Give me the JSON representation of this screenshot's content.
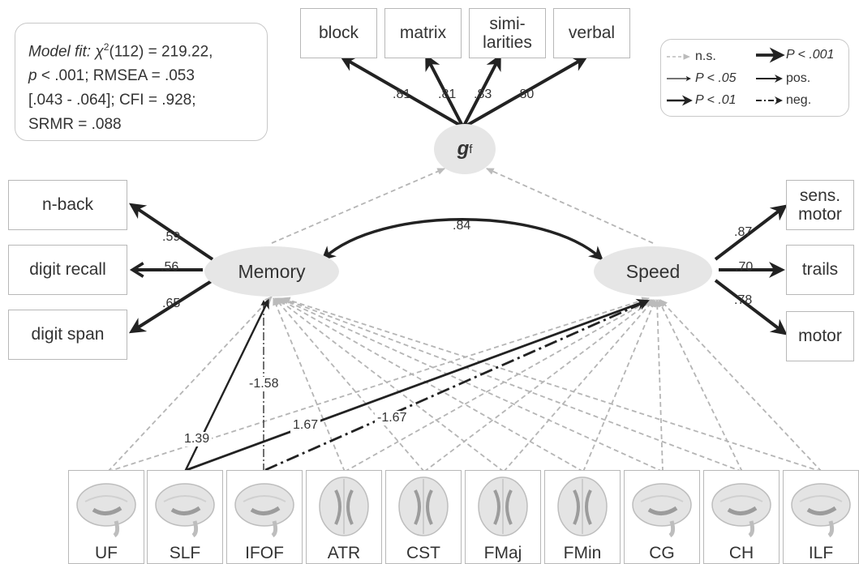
{
  "model_fit": {
    "line1_italic": "Model fit: ",
    "line1_chi": "χ",
    "line1_sup": "2",
    "line1_rest": "(112) =  219.22,",
    "line2_p": "p",
    "line2_rest": " < .001; RMSEA = .053",
    "line3": "[.043 - .064]; CFI = .928;",
    "line4": "SRMR = .088"
  },
  "legend": {
    "ns": "n.s.",
    "p05": "P < .05",
    "p01": "P < .01",
    "p001": "P < .001",
    "pos": "pos.",
    "neg": "neg."
  },
  "latents": {
    "gf_main": "g",
    "gf_sub": "f",
    "memory": "Memory",
    "speed": "Speed"
  },
  "gf_indicators": {
    "block": "block",
    "matrix": "matrix",
    "similarities_1": "simi-",
    "similarities_2": "larities",
    "verbal": "verbal"
  },
  "memory_indicators": {
    "nback": "n-back",
    "digit_recall": "digit recall",
    "digit_span": "digit span"
  },
  "speed_indicators": {
    "sens_motor_1": "sens.",
    "sens_motor_2": "motor",
    "trails": "trails",
    "motor": "motor"
  },
  "loadings": {
    "block": ".81",
    "matrix": ".81",
    "similarities": ".83",
    "verbal": ".80",
    "nback": ".59",
    "digit_recall": ".56",
    "digit_span": ".65",
    "sens_motor": ".87",
    "trails": ".70",
    "motor": ".78",
    "memory_speed": ".84"
  },
  "paths": {
    "slf_memory": "1.39",
    "ifof_memory": "-1.58",
    "slf_speed": "1.67",
    "ifof_speed": "-1.67"
  },
  "tracts": [
    "UF",
    "SLF",
    "IFOF",
    "ATR",
    "CST",
    "FMaj",
    "FMin",
    "CG",
    "CH",
    "ILF"
  ]
}
